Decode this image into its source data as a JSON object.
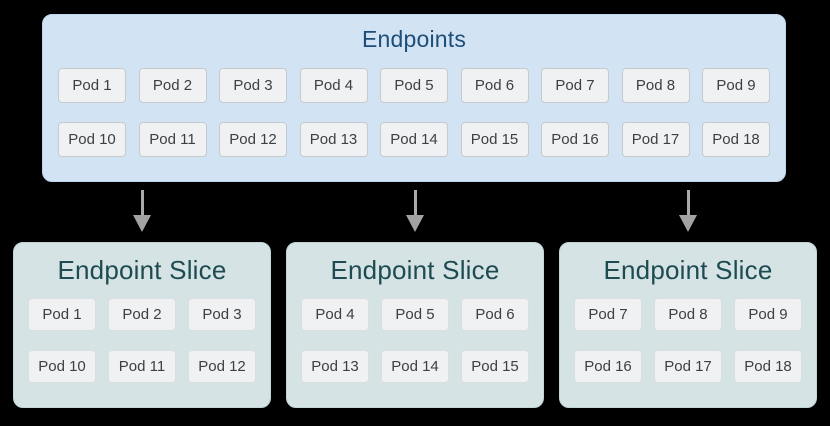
{
  "endpoints": {
    "title": "Endpoints",
    "rows": [
      [
        "Pod 1",
        "Pod 2",
        "Pod 3",
        "Pod 4",
        "Pod 5",
        "Pod 6",
        "Pod 7",
        "Pod 8",
        "Pod 9"
      ],
      [
        "Pod 10",
        "Pod 11",
        "Pod 12",
        "Pod 13",
        "Pod 14",
        "Pod 15",
        "Pod 16",
        "Pod 17",
        "Pod 18"
      ]
    ]
  },
  "slices": [
    {
      "title": "Endpoint Slice",
      "rows": [
        [
          "Pod 1",
          "Pod 2",
          "Pod 3"
        ],
        [
          "Pod 10",
          "Pod 11",
          "Pod 12"
        ]
      ]
    },
    {
      "title": "Endpoint Slice",
      "rows": [
        [
          "Pod 4",
          "Pod 5",
          "Pod 6"
        ],
        [
          "Pod 13",
          "Pod 14",
          "Pod 15"
        ]
      ]
    },
    {
      "title": "Endpoint Slice",
      "rows": [
        [
          "Pod 7",
          "Pod 8",
          "Pod 9"
        ],
        [
          "Pod 16",
          "Pod 17",
          "Pod 18"
        ]
      ]
    }
  ],
  "icons": {
    "down_arrow": "arrow pointing down from Endpoints to each Endpoint Slice"
  },
  "colors": {
    "background": "#000000",
    "endpoints_box_fill": "#d2e3f3",
    "endpoints_title_text": "#1d4e79",
    "slice_box_fill": "#d5e3e4",
    "slice_title_text": "#1e4b52",
    "pod_chip_fill": "#f0f1f2",
    "pod_chip_border": "#c6cacc",
    "pod_text": "#3c4043",
    "arrow_gray": "#a2a2a2"
  }
}
